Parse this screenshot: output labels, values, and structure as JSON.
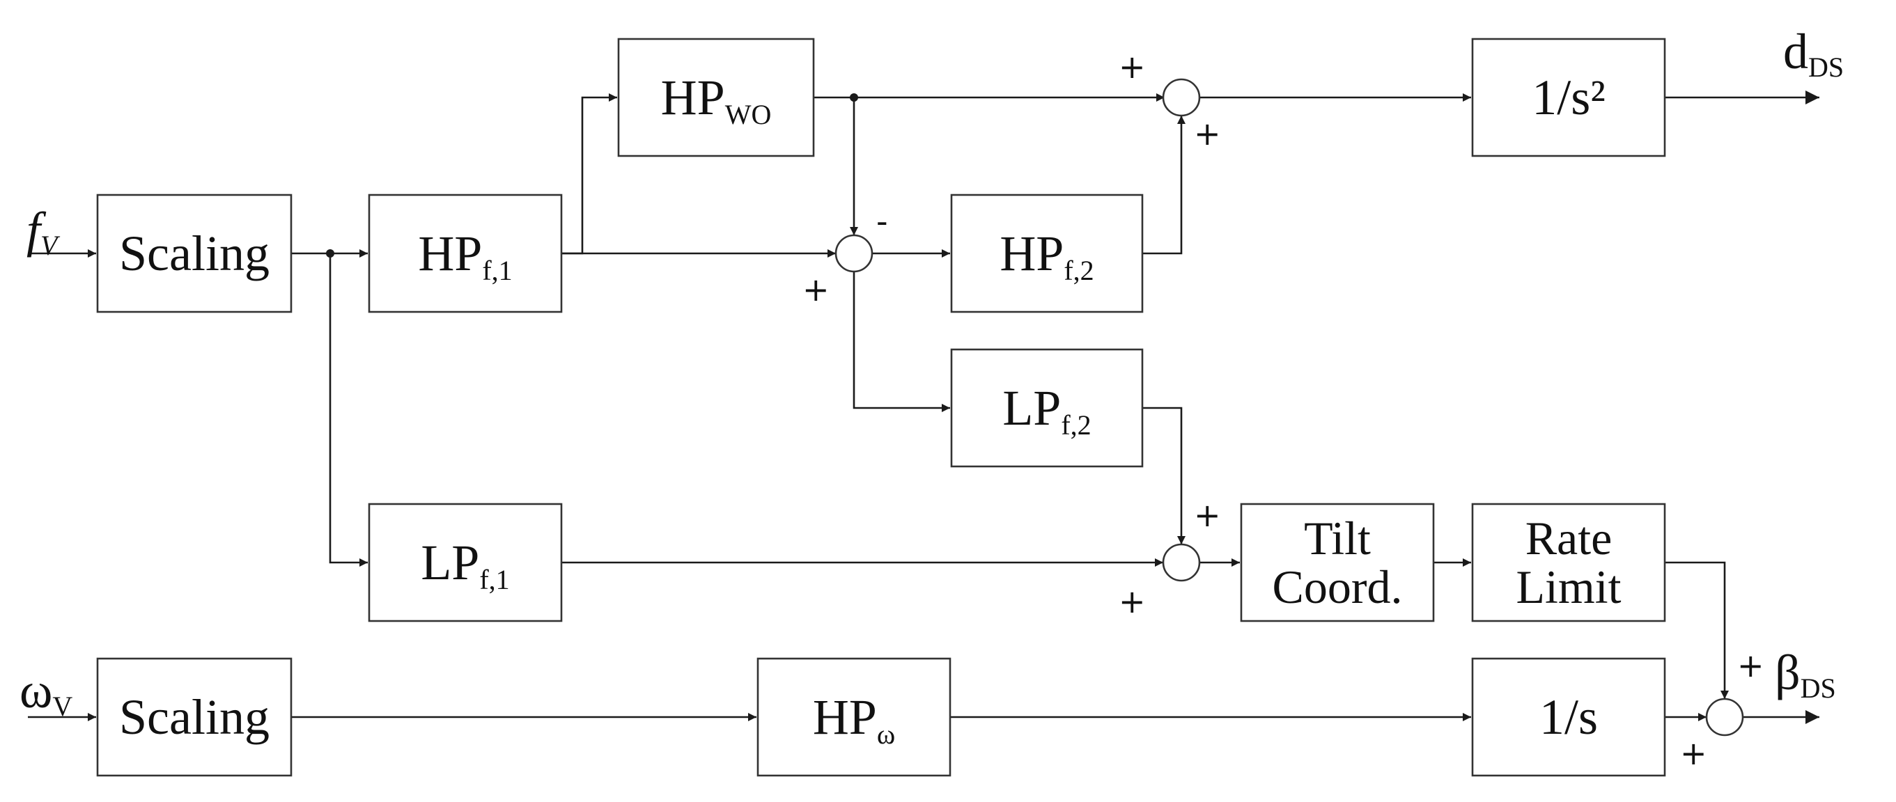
{
  "inputs": {
    "specific_force": {
      "base": "f",
      "sub": "V"
    },
    "angular_rate": {
      "base": "ω",
      "sub": "V"
    }
  },
  "outputs": {
    "displacement": {
      "base": "d",
      "sub": "DS"
    },
    "angle": {
      "base": "β",
      "sub": "DS"
    }
  },
  "blocks": {
    "scaling_f": {
      "text": "Scaling"
    },
    "hp_f1": {
      "base": "HP",
      "sub": "f,1"
    },
    "hp_wo": {
      "base": "HP",
      "sub": "WO"
    },
    "hp_f2": {
      "base": "HP",
      "sub": "f,2"
    },
    "lp_f2": {
      "base": "LP",
      "sub": "f,2"
    },
    "lp_f1": {
      "base": "LP",
      "sub": "f,1"
    },
    "double_integrator": {
      "text": "1/s²"
    },
    "tilt_coord": {
      "line1": "Tilt",
      "line2": "Coord."
    },
    "rate_limit": {
      "line1": "Rate",
      "line2": "Limit"
    },
    "scaling_w": {
      "text": "Scaling"
    },
    "hp_w": {
      "base": "HP",
      "sub": "ω"
    },
    "integrator": {
      "text": "1/s"
    }
  },
  "signs": {
    "sum_top_left": "+",
    "sum_top_bottom": "+",
    "sum_mid_top": "-",
    "sum_mid_left": "+",
    "sum_tilt_top": "+",
    "sum_tilt_left": "+",
    "sum_out_top": "+",
    "sum_out_left": "+"
  },
  "colors": {
    "line": "#1a1a1a",
    "box_border": "#333333",
    "background": "#ffffff"
  }
}
